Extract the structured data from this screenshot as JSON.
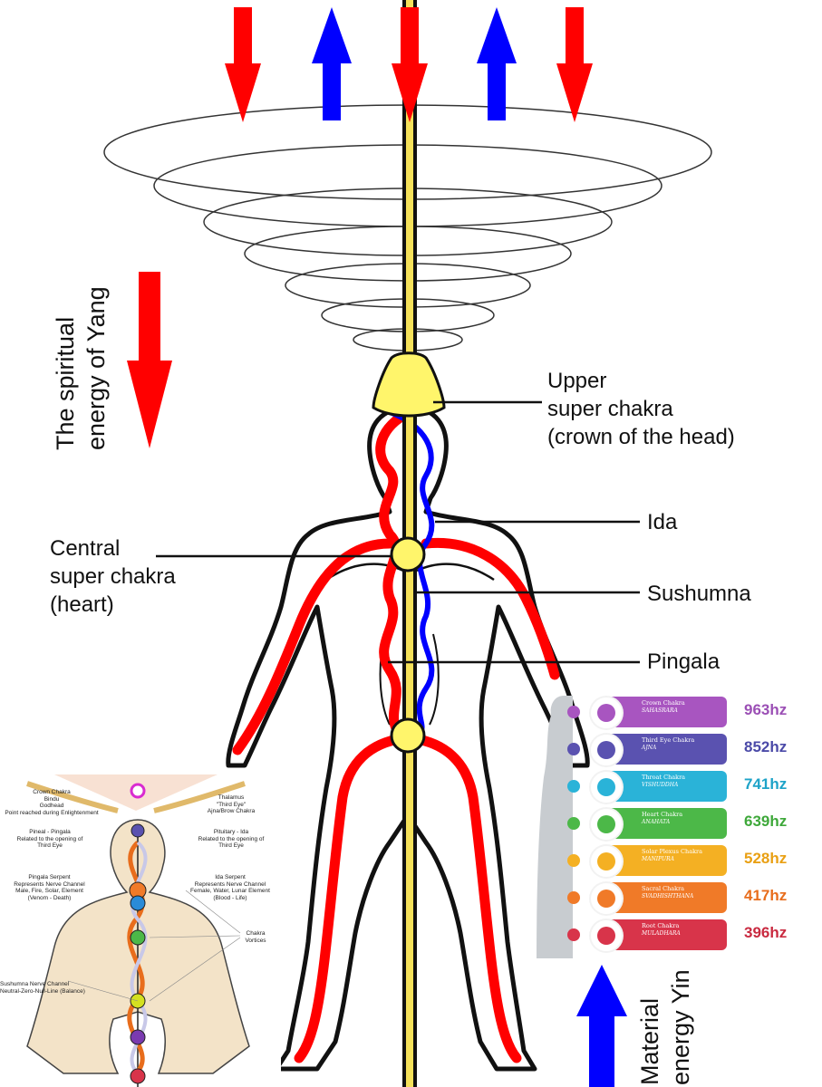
{
  "labels": {
    "yang": "The spiritual\nenergy of Yang",
    "upper": "Upper\nsuper chakra\n(crown of the head)",
    "central": "Central\nsuper chakra\n(heart)",
    "ida": "Ida",
    "sushumna": "Sushumna",
    "pingala": "Pingala",
    "yin": "Material\nenergy Yin"
  },
  "chakras": [
    {
      "name": "Crown Chakra",
      "sanskrit": "SAHASRARA",
      "color": "#a855c0",
      "dot": "#a855c0",
      "hz": "963hz",
      "hz_color": "#9b4fb5"
    },
    {
      "name": "Third Eye Chakra",
      "sanskrit": "AJNA",
      "color": "#5a52b0",
      "dot": "#5a52b0",
      "hz": "852hz",
      "hz_color": "#4b4aa8"
    },
    {
      "name": "Throat Chakra",
      "sanskrit": "VISHUDDHA",
      "color": "#2ab3d8",
      "dot": "#2ab3d8",
      "hz": "741hz",
      "hz_color": "#1ea3c8"
    },
    {
      "name": "Heart Chakra",
      "sanskrit": "ANAHATA",
      "color": "#4cb848",
      "dot": "#4cb848",
      "hz": "639hz",
      "hz_color": "#3ea83a"
    },
    {
      "name": "Solar Plexus Chakra",
      "sanskrit": "MANIPURA",
      "color": "#f4b023",
      "dot": "#f4b023",
      "hz": "528hz",
      "hz_color": "#e9a014"
    },
    {
      "name": "Sacral Chakra",
      "sanskrit": "SVADHISHTHANA",
      "color": "#f07a28",
      "dot": "#f07a28",
      "hz": "417hz",
      "hz_color": "#e86d1c"
    },
    {
      "name": "Root Chakra",
      "sanskrit": "MULADHARA",
      "color": "#d8344a",
      "dot": "#d8344a",
      "hz": "396hz",
      "hz_color": "#c92a40"
    }
  ],
  "inset": {
    "crown": "Crown Chakra\nBindu\nGodhead\nPoint reached during Enlightenment",
    "thalamus": "Thalamus\n\"Third Eye\"\nAjna/Brow Chakra",
    "pineal": "Pineal - Pingala\nRelated to the opening of\nThird Eye",
    "pituitary": "Pituitary - Ida\nRelated to the opening of\nThird Eye",
    "pingala_serpent": "Pingala Serpent\nRepresents Nerve Channel\nMale, Fire, Solar, Element\n(Venom - Death)",
    "ida_serpent": "Ida Serpent\nRepresents Nerve Channel\nFemale, Water, Lunar Element\n(Blood - Life)",
    "vortices": "Chakra\nVortices",
    "sushumna": "Sushumna Nerve Channel\nNeutral-Zero-Null-Line (Balance)"
  },
  "colors": {
    "red": "#ff0000",
    "blue": "#0000ff",
    "yellow": "#fff56b",
    "pole": "#f5e15a"
  }
}
